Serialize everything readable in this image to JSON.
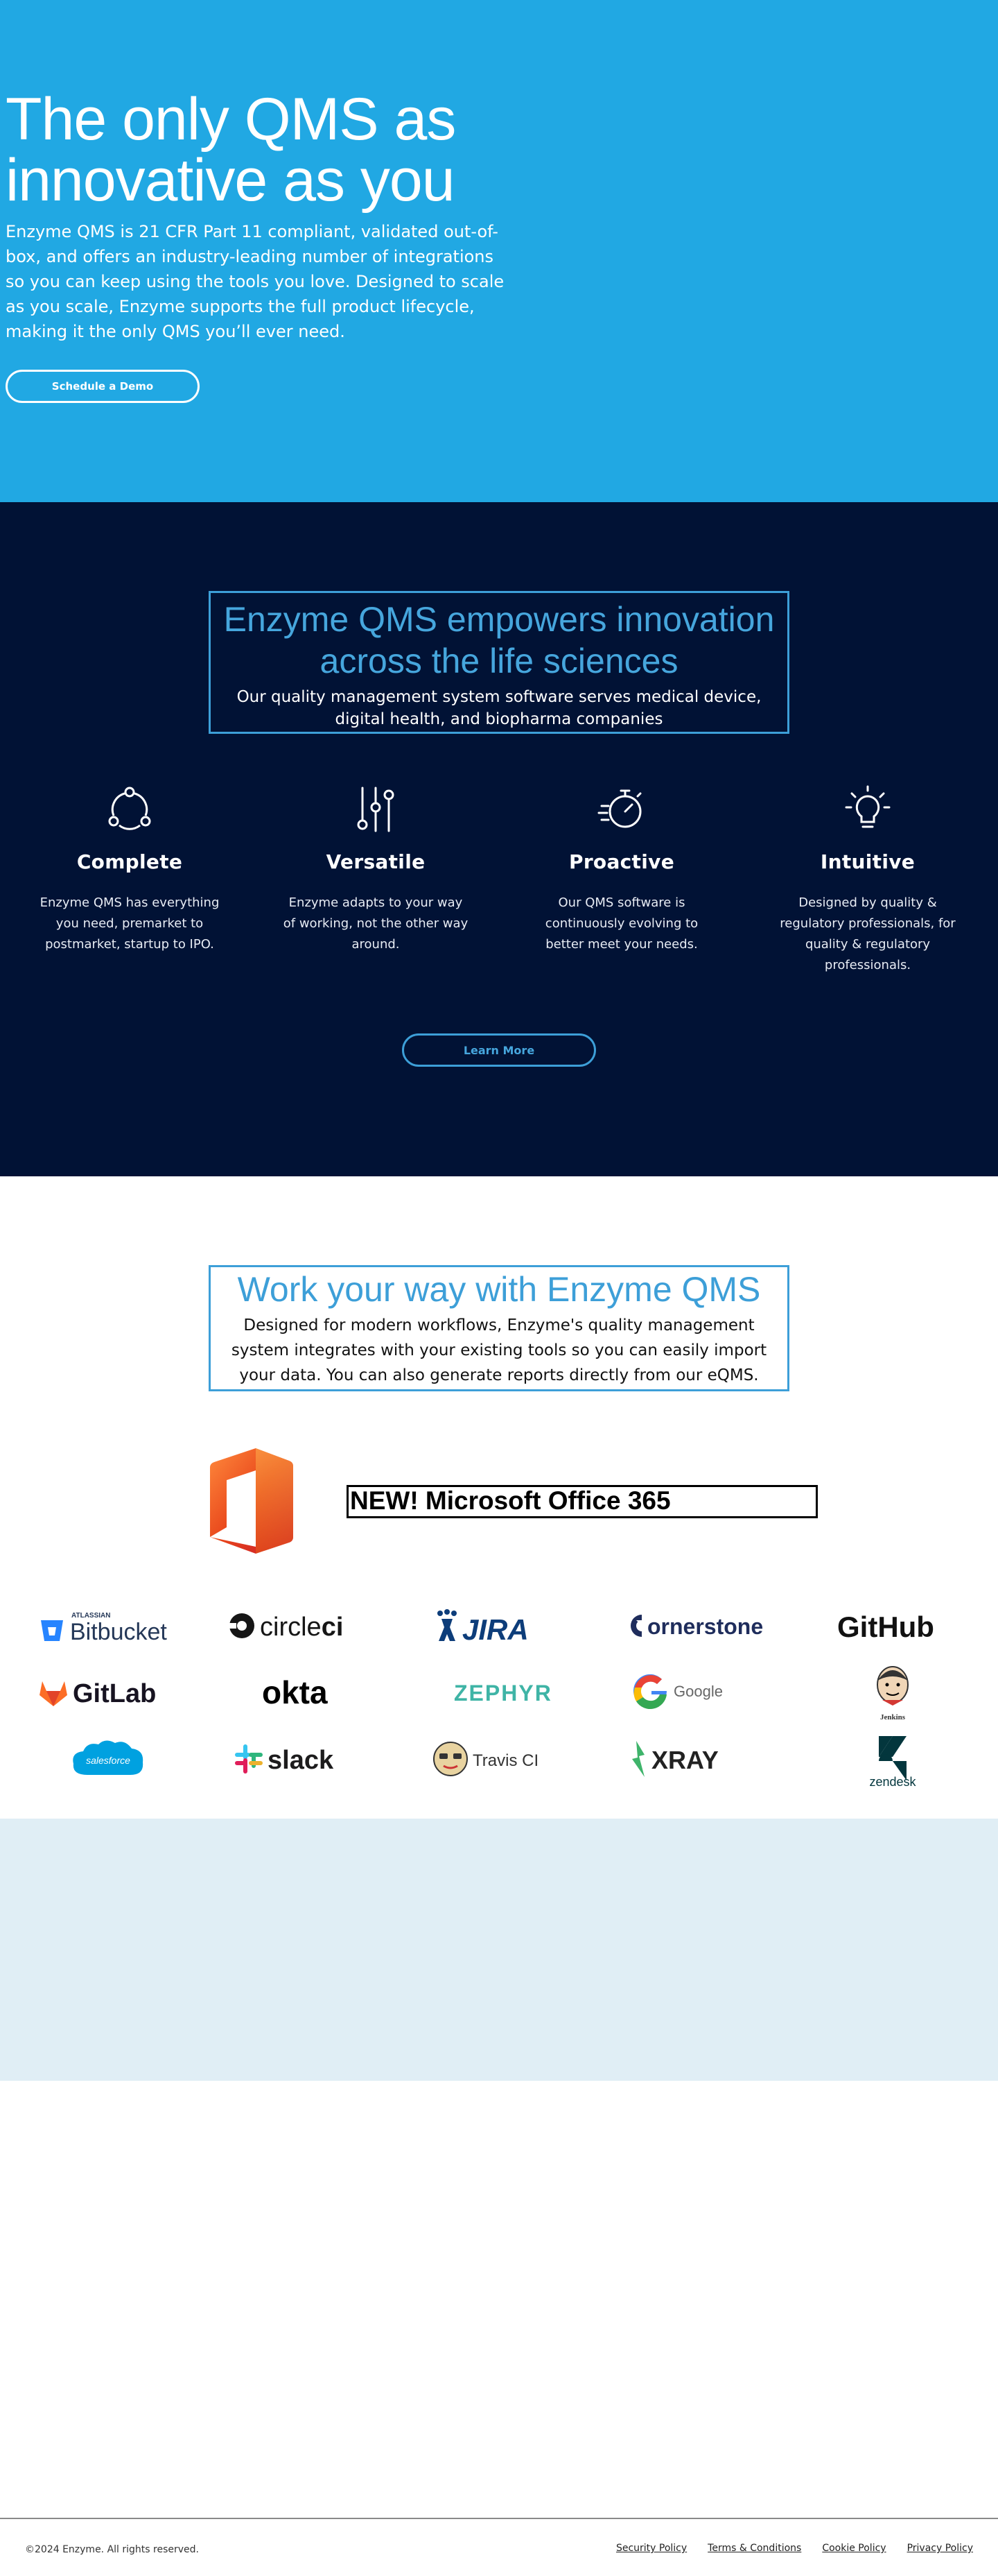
{
  "hero": {
    "title": "The only QMS as innovative as you",
    "description": "Enzyme QMS is 21 CFR Part 11 compliant, validated out-of-box, and offers an industry-leading number of integrations so you can keep using the tools you love. Designed to scale as you scale, Enzyme supports the full product lifecycle, making it the only QMS you’ll ever need.",
    "cta": "Schedule a Demo"
  },
  "empower": {
    "title": "Enzyme QMS empowers innovation across the life sciences",
    "subtitle": "Our quality management system software serves medical device, digital health, and biopharma companies",
    "features": [
      {
        "icon": "cycle-icon",
        "title": "Complete",
        "text": "Enzyme QMS has everything you need, premarket to postmarket, startup to IPO."
      },
      {
        "icon": "sliders-icon",
        "title": "Versatile",
        "text": "Enzyme adapts to your way of working, not the other way around."
      },
      {
        "icon": "stopwatch-icon",
        "title": "Proactive",
        "text": "Our QMS software is continuously evolving to better meet your needs."
      },
      {
        "icon": "lightbulb-icon",
        "title": "Intuitive",
        "text": "Designed by quality & regulatory professionals, for quality & regulatory professionals."
      }
    ],
    "cta": "Learn More"
  },
  "work": {
    "title": "Work your way with Enzyme QMS",
    "subtitle": "Designed for modern workflows, Enzyme's quality management system integrates with your existing tools so you can easily import your data. You can also generate reports directly from our eQMS.",
    "office_label": "NEW! Microsoft Office 365",
    "logos": {
      "bitbucket_small": "ATLASSIAN",
      "bitbucket": "Bitbucket",
      "circleci_a": "circle",
      "circleci_b": "ci",
      "jira": "JIRA",
      "cornerstone": "ornerstone",
      "github": "GitHub",
      "gitlab": "GitLab",
      "okta": "okta",
      "zephyr": "ZEPHYR",
      "google": "Google",
      "jenkins": "Jenkins",
      "salesforce": "salesforce",
      "slack": "slack",
      "travis": "Travis CI",
      "xray": "XRAY",
      "zendesk": "zendesk"
    }
  },
  "footer": {
    "copyright": "©2024 Enzyme. All rights reserved.",
    "links": [
      "Security Policy",
      "Terms & Conditions",
      "Cookie Policy",
      "Privacy Policy"
    ]
  },
  "colors": {
    "hero_bg": "#21a8e3",
    "dark_bg": "#011235",
    "accent": "#3d9fd8",
    "lightblue_bg": "#e0eef5"
  }
}
